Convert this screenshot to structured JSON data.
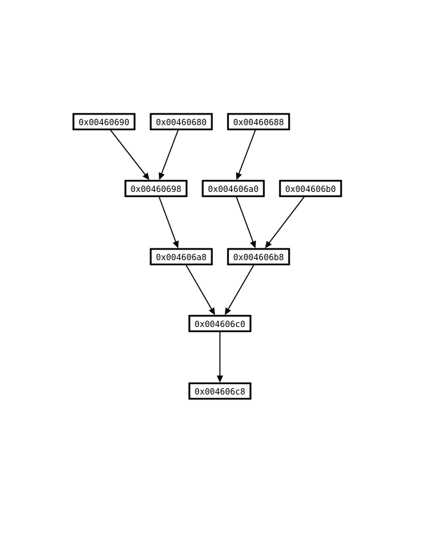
{
  "nodes": [
    {
      "id": "n690",
      "label": "0x00460690"
    },
    {
      "id": "n680",
      "label": "0x00460680"
    },
    {
      "id": "n688",
      "label": "0x00460688"
    },
    {
      "id": "n698",
      "label": "0x00460698"
    },
    {
      "id": "n6a0",
      "label": "0x004606a0"
    },
    {
      "id": "n6b0",
      "label": "0x004606b0"
    },
    {
      "id": "n6a8",
      "label": "0x004606a8"
    },
    {
      "id": "n6b8",
      "label": "0x004606b8"
    },
    {
      "id": "n6c0",
      "label": "0x004606c0"
    },
    {
      "id": "n6c8",
      "label": "0x004606c8"
    }
  ],
  "edges": [
    {
      "from": "n690",
      "to": "n698"
    },
    {
      "from": "n680",
      "to": "n698"
    },
    {
      "from": "n688",
      "to": "n6a0"
    },
    {
      "from": "n698",
      "to": "n6a8"
    },
    {
      "from": "n6a0",
      "to": "n6b8"
    },
    {
      "from": "n6b0",
      "to": "n6b8"
    },
    {
      "from": "n6a8",
      "to": "n6c0"
    },
    {
      "from": "n6b8",
      "to": "n6c0"
    },
    {
      "from": "n6c0",
      "to": "n6c8"
    }
  ]
}
